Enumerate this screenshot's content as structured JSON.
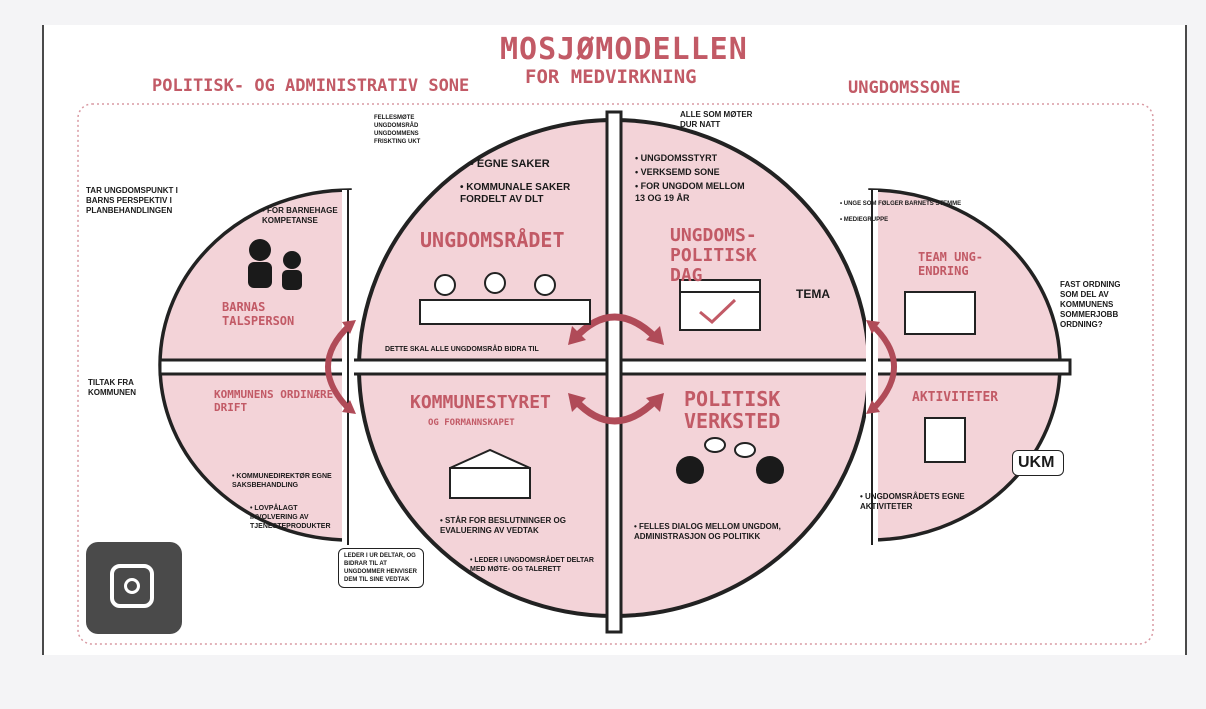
{
  "header": {
    "title": "MOSJØMODELLEN",
    "subtitle": "FOR MEDVIRKNING",
    "left_zone": "POLITISK- OG ADMINISTRATIV SONE",
    "right_zone": "UNGDOMSSONE"
  },
  "quadrants": {
    "ungdomsradet": {
      "title": "UNGDOMSRÅDET",
      "points": [
        "• EGNE SAKER",
        "• KOMMUNALE SAKER FORDELT AV DLT"
      ],
      "footer": "DETTE SKAL ALLE UNGDOMSRÅD BIDRA TIL"
    },
    "ungdomspolitisk": {
      "title": "UNGDOMS-POLITISK DAG",
      "points": [
        "• UNGDOMSSTYRT",
        "• VERKSEMD SONE",
        "• FOR UNGDOM MELLOM 13 OG 19 ÅR"
      ],
      "tema": "TEMA"
    },
    "kommunestyret": {
      "title": "KOMMUNESTYRET",
      "subtitle": "OG FORMANNSKAPET",
      "points": [
        "• STÅR FOR BESLUTNINGER OG EVALUERING AV VEDTAK",
        "• LEDER I UNGDOMSRÅDET DELTAR MED MØTE- OG TALERETT"
      ]
    },
    "politisk": {
      "title": "POLITISK VERKSTED",
      "points": [
        "• FELLES DIALOG MELLOM UNGDOM, ADMINISTRASJON OG POLITIKK"
      ]
    }
  },
  "side_sections": {
    "barnas": {
      "title": "BARNAS TALSPERSON",
      "point": "• FOR BARNEHAGE KOMPETANSE"
    },
    "kommunens": {
      "title": "KOMMUNENS ORDINÆRE DRIFT",
      "points": [
        "• KOMMUNEDIREKTØR EGNE SAKSBEHANDLING",
        "• LOVPÅLAGT INVOLVERING AV TJENESTEPRODUKTER"
      ]
    },
    "team": {
      "title": "TEAM UNG-ENDRING",
      "points": [
        "• UNGE SOM FØLGER BARNETS STEMME",
        "• MEDIEGRUPPE"
      ]
    },
    "aktiviteter": {
      "title": "AKTIVITETER",
      "point": "• UNGDOMSRÅDETS EGNE AKTIVITETER"
    }
  },
  "notes": {
    "left_top": "TAR UNGDOMSPUNKT I BARNS PERSPEKTIV I PLANBEHANDLINGEN",
    "left_mid": "TILTAK FRA KOMMUNEN",
    "alle": "ALLE SOM MØTER DUR NATT",
    "fast": "FAST ORDNING SOM DEL AV KOMMUNENS SOMMERJOBB ORDNING?",
    "ukm": "UKM",
    "leder": "LEDER I UR DELTAR, OG BIDRAR TIL AT UNGDOMMER HENVISER DEM TIL SINE VEDTAK",
    "fellesmote": "FELLESMØTE UNGDOMSRÅD UNGDOMMENS FRISKTING UKT"
  },
  "colors": {
    "accent": "#c25a66",
    "fill": "#f3d3d8",
    "ink": "#1a1a1a"
  },
  "icons": {
    "lens": "google-lens-icon"
  }
}
